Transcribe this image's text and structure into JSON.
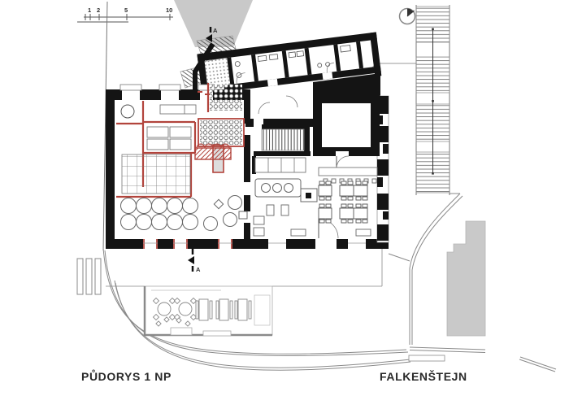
{
  "drawing": {
    "plan_label": "PŮDORYS 1 NP",
    "project_label": "FALKENŠTEJN",
    "scale_bar": {
      "marks": [
        "1",
        "2",
        "5",
        "10"
      ]
    },
    "section_marker_top": {
      "label": "A"
    },
    "section_marker_bottom": {
      "label": "A"
    },
    "icons": {
      "north_indicator": "north-arrow-icon",
      "section_cut": "section-cut-marker"
    },
    "colors": {
      "wall_black": "#141414",
      "new_construction_red": "#b2443c",
      "site_gray": "#c9c9c9",
      "line_gray": "#888888",
      "text_dark": "#2a2a2a",
      "background": "#ffffff"
    }
  }
}
